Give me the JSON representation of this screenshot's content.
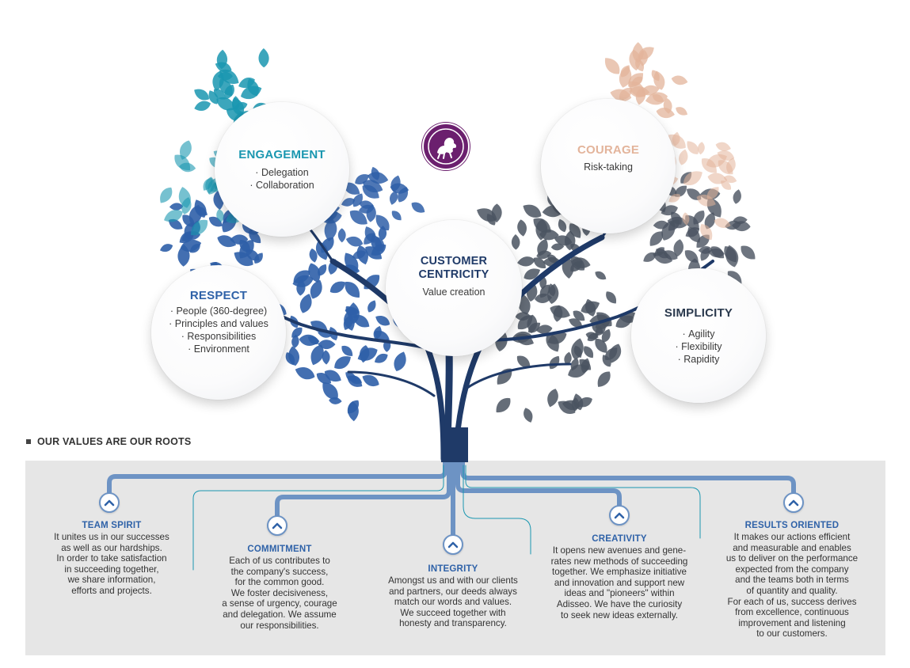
{
  "values": {
    "engagement": {
      "title": "ENGAGEMENT",
      "items": [
        "Delegation",
        "Collaboration"
      ],
      "color": "#1a97b0"
    },
    "courage": {
      "title": "COURAGE",
      "subtitle": "Risk-taking",
      "color": "#e3b49b"
    },
    "customer_centricity": {
      "title": "CUSTOMER\nCENTRICITY",
      "subtitle": "Value creation",
      "color": "#1f3a68"
    },
    "respect": {
      "title": "RESPECT",
      "items": [
        "People (360-degree)",
        "Principles and values",
        "Responsibilities",
        "Environment"
      ],
      "color": "#2f62a8"
    },
    "simplicity": {
      "title": "SIMPLICITY",
      "items": [
        "Agility",
        "Flexibility",
        "Rapidity"
      ],
      "color": "#2b3a4e"
    }
  },
  "section_heading": "OUR VALUES ARE OUR ROOTS",
  "roots": [
    {
      "title": "TEAM SPIRIT",
      "text": "It unites us in our successes\nas well as our hardships.\nIn order to take satisfaction\nin succeeding together,\nwe share information,\nefforts and projects."
    },
    {
      "title": "COMMITMENT",
      "text": "Each of us contributes to\nthe company's success,\nfor the common good.\nWe foster decisiveness,\na sense of urgency, courage\nand delegation. We assume\nour responsibilities."
    },
    {
      "title": "INTEGRITY",
      "text": "Amongst us and with our clients\nand partners, our deeds always\nmatch our words and values.\nWe succeed together with\nhonesty and transparency."
    },
    {
      "title": "CREATIVITY",
      "text": "It opens new avenues and gene-\nrates new methods of succeeding\ntogether. We emphasize initiative\nand innovation and support new\nideas and \"pioneers\" within\nAdisseo. We have the curiosity\nto seek new ideas externally."
    },
    {
      "title": "RESULTS ORIENTED",
      "text": "It makes our actions efficient\nand measurable and enables\nus to deliver on the performance\nexpected from the company\nand the teams both in terms\nof quantity and quality.\nFor each of us, success derives\nfrom excellence, continuous\nimprovement and listening\nto our customers."
    }
  ],
  "colors": {
    "trunk": "#1f3a68",
    "root_blue": "#6d93c4",
    "leaf_blue": "#2f5fa8",
    "leaf_teal": "#1a97b0",
    "leaf_peach": "#e3b49b",
    "leaf_grey": "#4a5360",
    "panel": "#e6e6e6",
    "logo": "#6b1f6e"
  },
  "icons": {
    "chevron": "chevron-up-icon",
    "logo": "lion-logo"
  }
}
